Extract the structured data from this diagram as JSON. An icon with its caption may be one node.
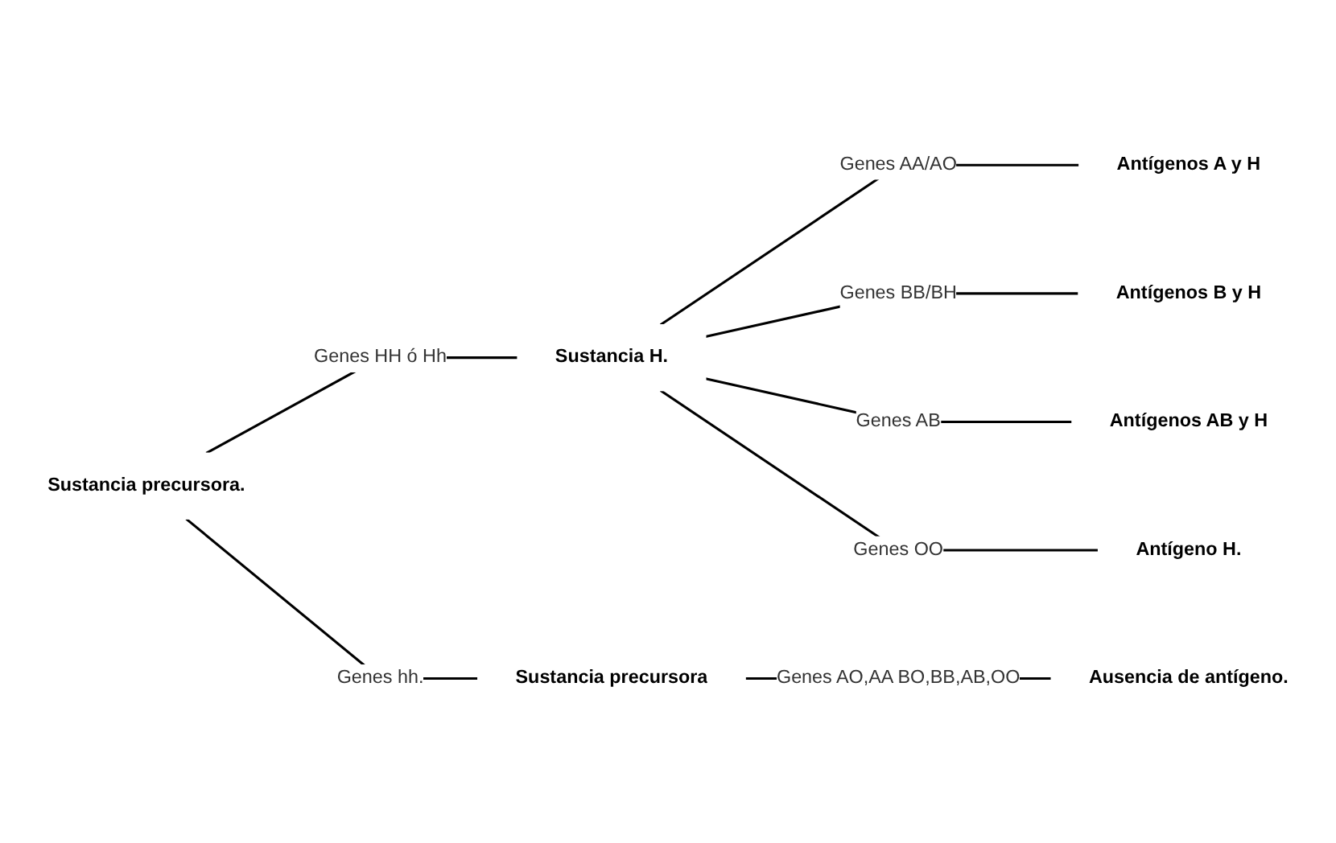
{
  "diagram": {
    "nodes": [
      {
        "text": [
          "Sustancia precursora."
        ]
      },
      {
        "text": [
          "Sustancia H."
        ]
      },
      {
        "text": [
          "Antígenos A y H"
        ]
      },
      {
        "text": [
          "Antígenos B y H"
        ]
      },
      {
        "text": [
          "Antígenos AB y H"
        ]
      },
      {
        "text": [
          "Antígeno H."
        ]
      },
      {
        "text": [
          "Sustancia precursora"
        ]
      },
      {
        "text": [
          "Ausencia de antígeno."
        ]
      }
    ],
    "edges": [
      {
        "from": 0,
        "to": 1,
        "arrow": "none",
        "label": "Genes HH ó Hh"
      },
      {
        "from": 1,
        "to": 2,
        "arrow": "none",
        "label": "Genes AA/AO"
      },
      {
        "from": 1,
        "to": 3,
        "arrow": "none",
        "label": "Genes BB/BH"
      },
      {
        "from": 1,
        "to": 4,
        "arrow": "none",
        "label": "Genes AB"
      },
      {
        "from": 1,
        "to": 5,
        "arrow": "none",
        "label": "Genes OO"
      },
      {
        "from": 0,
        "to": 6,
        "arrow": "none",
        "label": "Genes hh."
      },
      {
        "from": 6,
        "to": 7,
        "arrow": "none",
        "label": "Genes AO,AA BO,BB,AB,OO"
      }
    ]
  }
}
